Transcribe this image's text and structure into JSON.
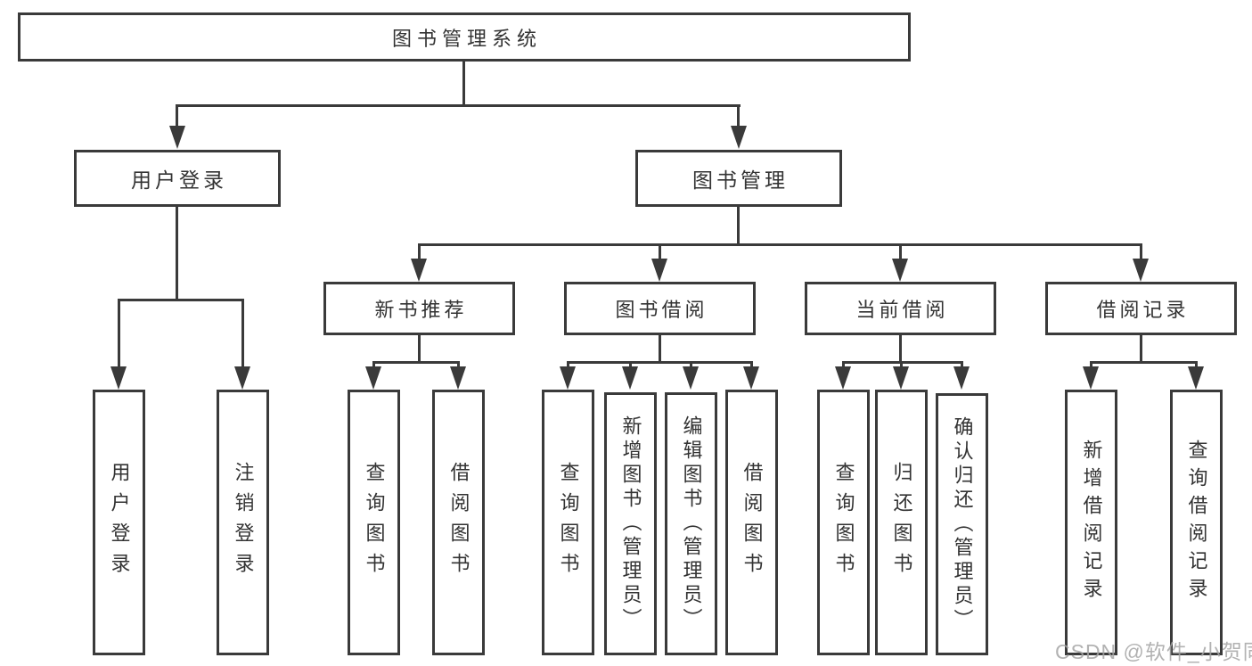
{
  "diagram": {
    "root": {
      "label": "图书管理系统"
    },
    "children": [
      {
        "label": "用户登录",
        "children": [
          {
            "label": "用户登录"
          },
          {
            "label": "注销登录"
          }
        ]
      },
      {
        "label": "图书管理",
        "children": [
          {
            "label": "新书推荐",
            "children": [
              {
                "label": "查询图书"
              },
              {
                "label": "借阅图书"
              }
            ]
          },
          {
            "label": "图书借阅",
            "children": [
              {
                "label": "查询图书"
              },
              {
                "label": "新增图书（管理员）"
              },
              {
                "label": "编辑图书（管理员）"
              },
              {
                "label": "借阅图书"
              }
            ]
          },
          {
            "label": "当前借阅",
            "children": [
              {
                "label": "查询图书"
              },
              {
                "label": "归还图书"
              },
              {
                "label": "确认归还（管理员）"
              }
            ]
          },
          {
            "label": "借阅记录",
            "children": [
              {
                "label": "新增借阅记录"
              },
              {
                "label": "查询借阅记录"
              }
            ]
          }
        ]
      }
    ]
  },
  "watermark": {
    "text": "CSDN @软件_小贺同学",
    "color": "#a4a4a4"
  },
  "colors": {
    "line": "#3a3a3a",
    "text": "#333333",
    "background": "#ffffff"
  }
}
